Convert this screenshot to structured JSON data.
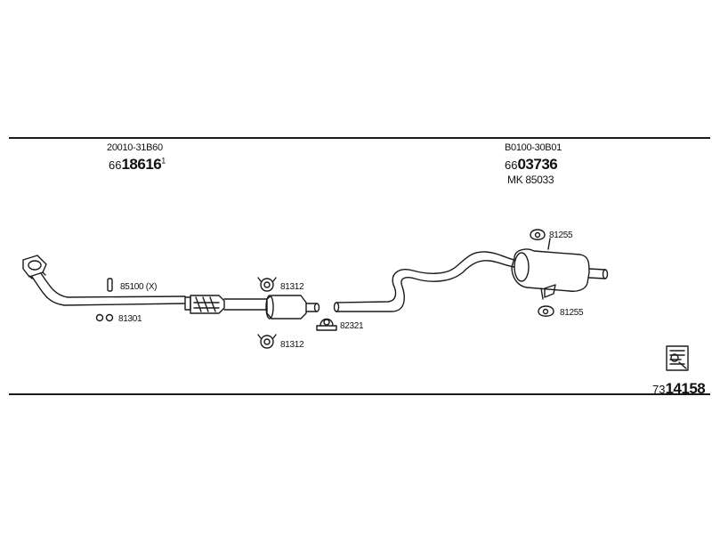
{
  "top_left": {
    "oem": "20010-31B60",
    "prefix": "66",
    "number": "18616",
    "note": "1"
  },
  "top_right": {
    "oem": "B0100-30B01",
    "prefix": "66",
    "number": "03736",
    "mk": "MK 85033"
  },
  "labels": {
    "front_gasket": "85100 (X)",
    "rubber_front": "81301",
    "hanger_upper": "81312",
    "hanger_lower": "81312",
    "clamp": "82321",
    "hanger_rear_top": "81255",
    "hanger_rear_bottom": "81255"
  },
  "bottom": {
    "prefix": "73",
    "number": "14158"
  }
}
